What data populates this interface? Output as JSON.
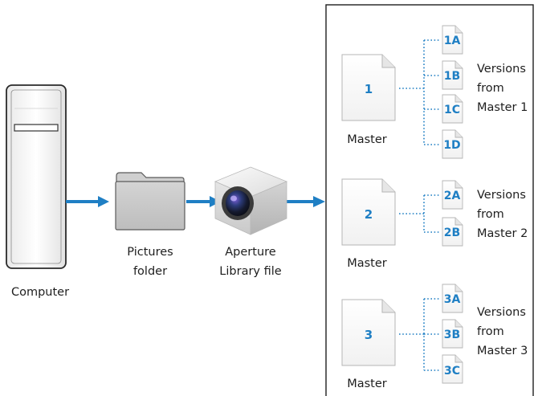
{
  "computer": {
    "label": "Computer"
  },
  "folder": {
    "label_line1": "Pictures",
    "label_line2": "folder"
  },
  "library": {
    "label_line1": "Aperture",
    "label_line2": "Library file"
  },
  "masters": [
    {
      "number": "1",
      "label": "Master",
      "versions": [
        "1A",
        "1B",
        "1C",
        "1D"
      ],
      "versions_label": [
        "Versions",
        "from",
        "Master 1"
      ]
    },
    {
      "number": "2",
      "label": "Master",
      "versions": [
        "2A",
        "2B"
      ],
      "versions_label": [
        "Versions",
        "from",
        "Master 2"
      ]
    },
    {
      "number": "3",
      "label": "Master",
      "versions": [
        "3A",
        "3B",
        "3C"
      ],
      "versions_label": [
        "Versions",
        "from",
        "Master 3"
      ]
    }
  ],
  "colors": {
    "accent": "#1f7fc4",
    "line": "#1e1e1e",
    "text": "#1e1e1e"
  }
}
